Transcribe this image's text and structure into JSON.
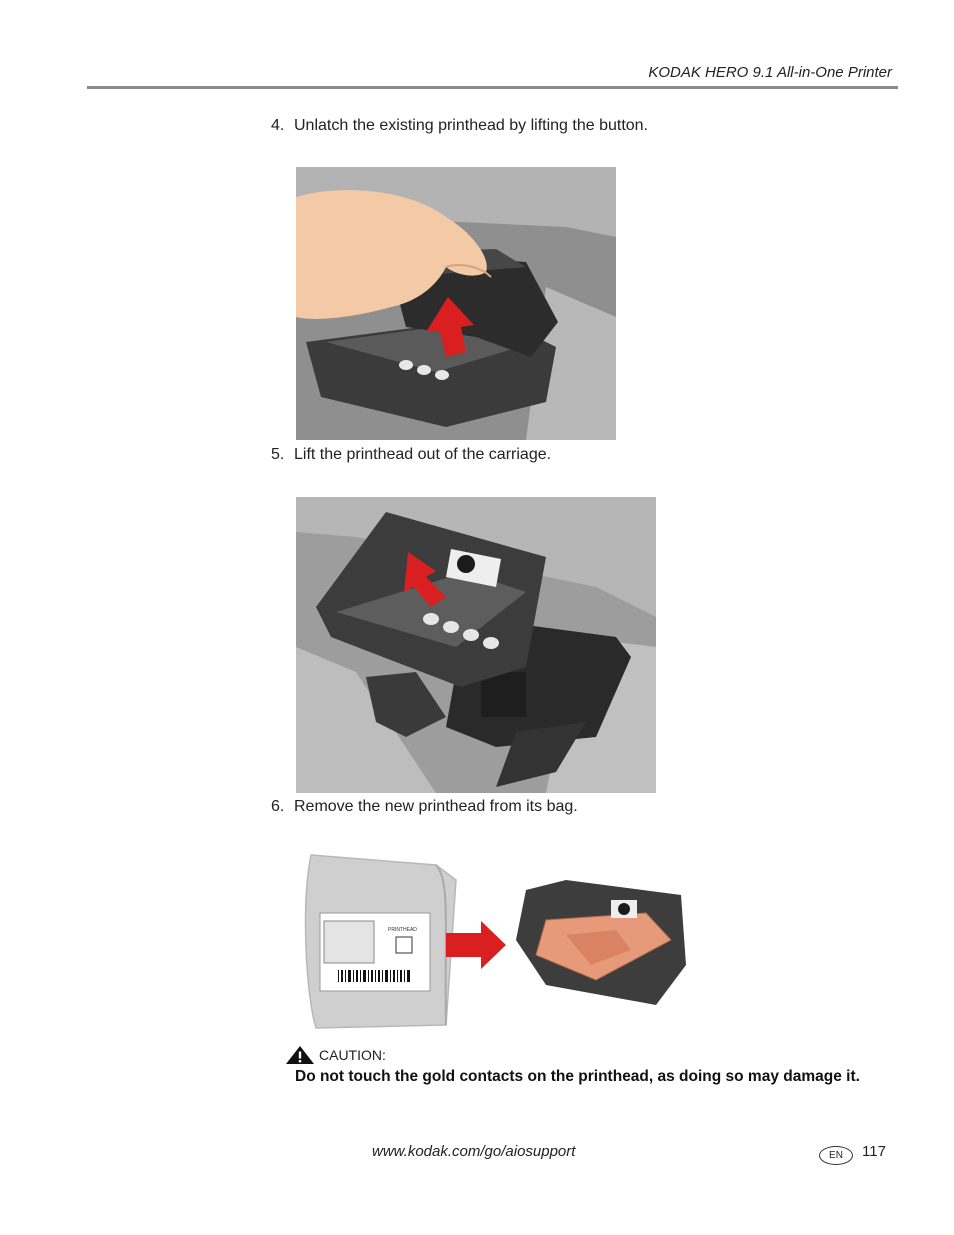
{
  "header": {
    "title": "KODAK HERO 9.1 All-in-One Printer"
  },
  "steps": [
    {
      "number": "4.",
      "text": "Unlatch the existing printhead by lifting the button."
    },
    {
      "number": "5.",
      "text": "Lift the printhead out of the carriage."
    },
    {
      "number": "6.",
      "text": "Remove the new printhead from its bag."
    }
  ],
  "figure3": {
    "label_printhead": "PRINTHEAD"
  },
  "caution": {
    "label": "CAUTION:",
    "text": "Do not touch the gold contacts on the printhead, as doing so may damage it."
  },
  "footer": {
    "url": "www.kodak.com/go/aiosupport",
    "lang": "EN",
    "page": "117"
  },
  "colors": {
    "arrow_red": "#d91f1f",
    "rule_gray": "#8a8a8a",
    "contact_copper": "#e79a7a"
  }
}
